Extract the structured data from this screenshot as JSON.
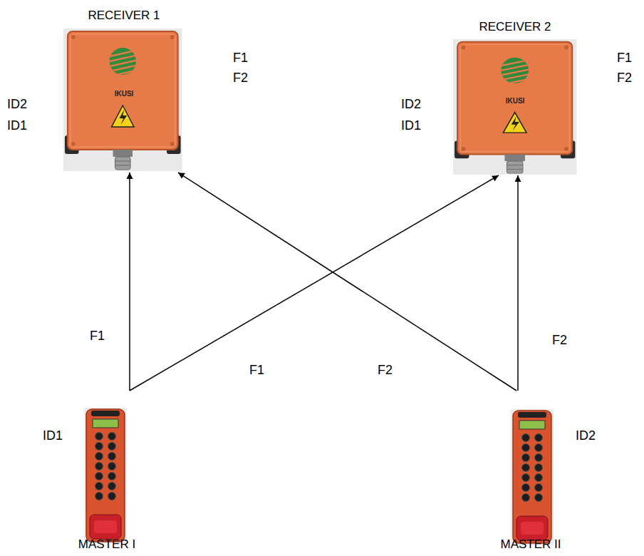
{
  "diagram": {
    "nodes": [
      {
        "text": [
          "RECEIVER 1"
        ]
      },
      {
        "text": [
          "RECEIVER 2"
        ]
      },
      {
        "text": [
          "MASTER I"
        ]
      },
      {
        "text": [
          "MASTER II"
        ]
      }
    ],
    "edges": [
      {
        "from": 2,
        "to": 0,
        "label": "F1",
        "arrow": "to"
      },
      {
        "from": 2,
        "to": 1,
        "label": "F1",
        "arrow": "to"
      },
      {
        "from": 3,
        "to": 0,
        "label": "F2",
        "arrow": "to"
      },
      {
        "from": 3,
        "to": 1,
        "label": "F2",
        "arrow": "to"
      }
    ],
    "labels": [
      "F1",
      "F2",
      "ID2",
      "ID1",
      "IKUSI",
      "F1",
      "F2",
      "ID2",
      "ID1",
      "IKUSI",
      "ID1",
      "ID2"
    ]
  }
}
